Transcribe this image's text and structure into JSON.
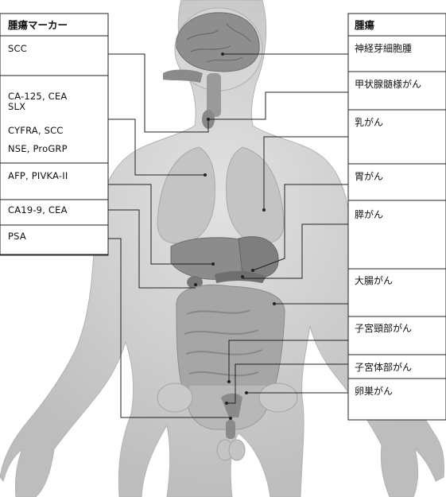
{
  "markers": {
    "header": "腫瘍マーカー",
    "items": [
      {
        "lines": [
          "SCC"
        ]
      },
      {
        "lines": [
          "CA-125, CEA",
          "SLX"
        ]
      },
      {
        "lines": [
          "CYFRA, SCC"
        ]
      },
      {
        "lines": [
          "NSE, ProGRP"
        ]
      },
      {
        "lines": [
          "AFP, PIVKA-II"
        ]
      },
      {
        "lines": [
          "CA19-9, CEA"
        ]
      },
      {
        "lines": [
          "PSA"
        ]
      }
    ]
  },
  "cancers": {
    "header": "腫瘍",
    "items": [
      "神経芽細胞腫",
      "甲状腺髄様がん",
      "乳がん",
      "胃がん",
      "膵がん",
      "大腸がん",
      "子宮頸部がん",
      "子宮体部がん",
      "卵巣がん"
    ]
  },
  "colors": {
    "body": "#cfcfcf",
    "organ_dark": "#9a9a9a",
    "line": "#222222"
  }
}
